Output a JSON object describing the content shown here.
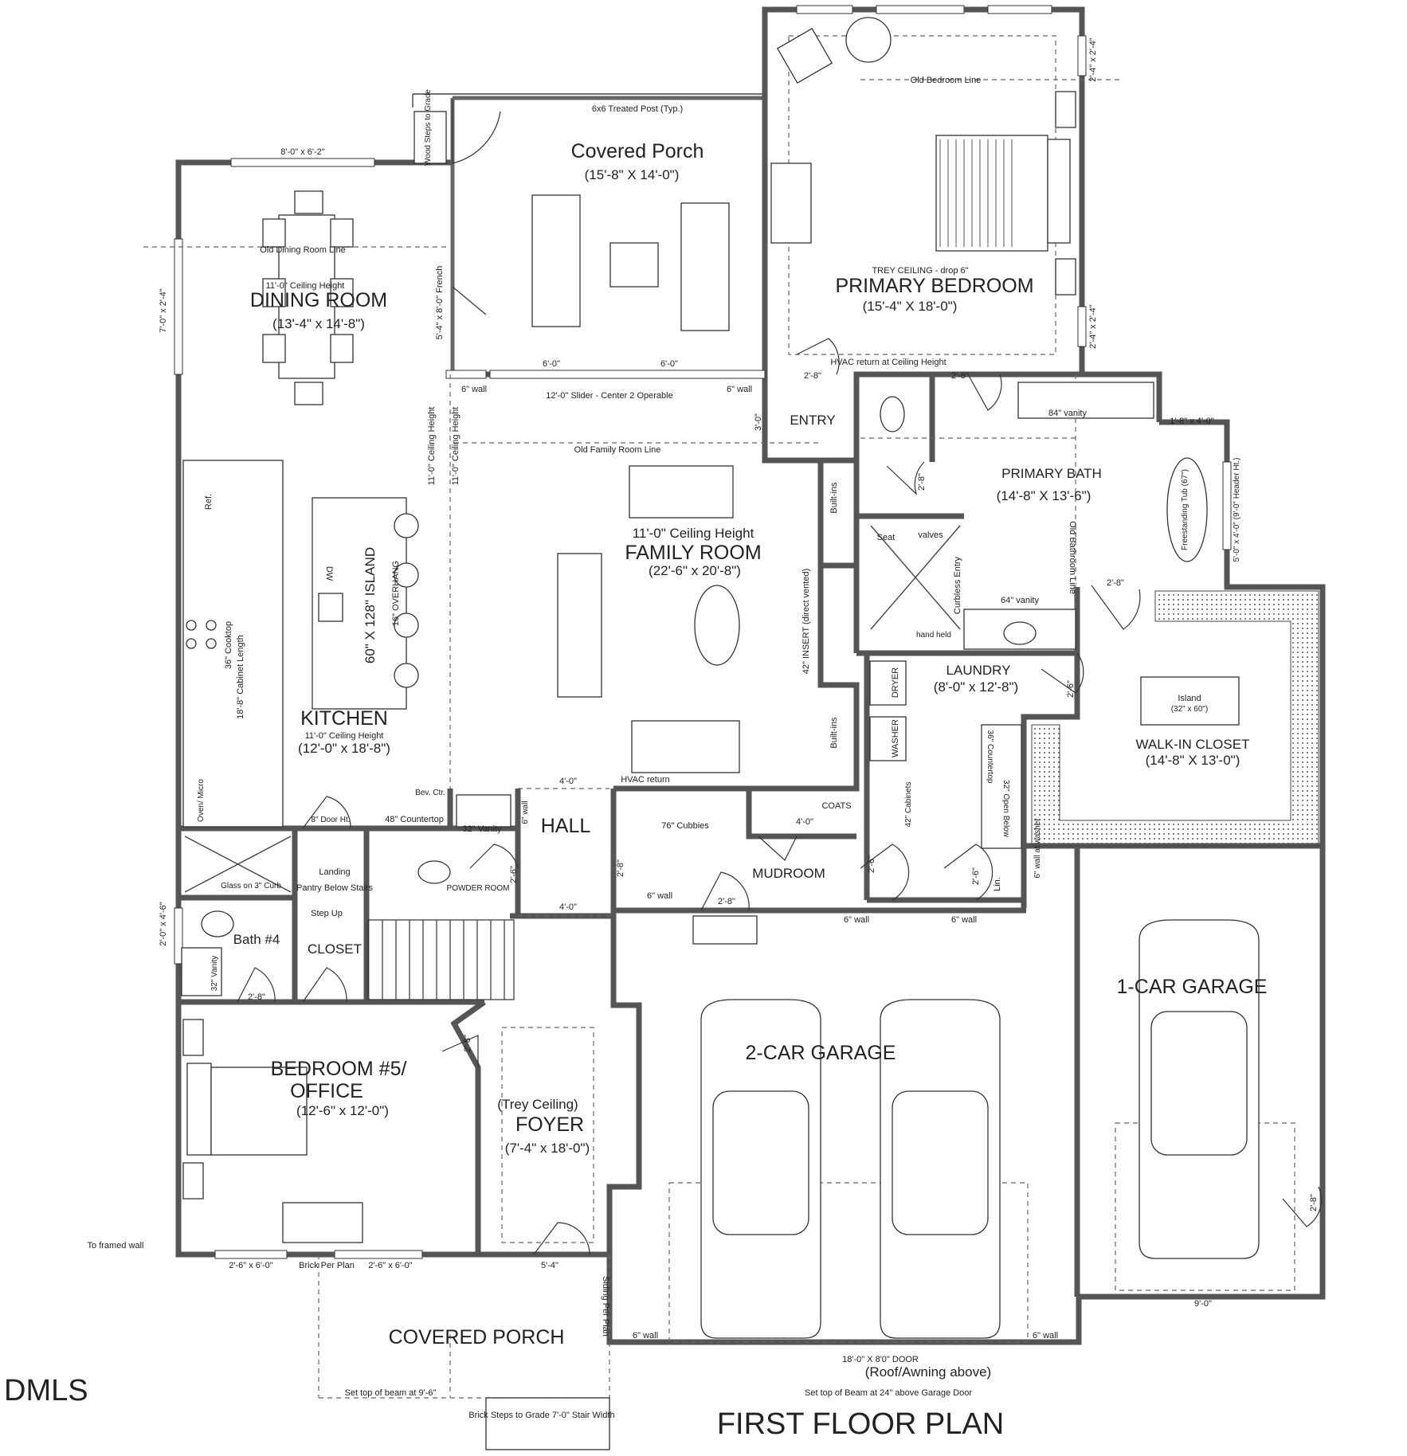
{
  "labels": {
    "covered_porch_top": "Covered Porch",
    "covered_porch_top_dim": "(15'-8\"  X  14'-0\")",
    "post_note": "6x6 Treated Post (Typ.)",
    "wood_steps": "Wood Steps to Grade",
    "primary_bedroom": "PRIMARY BEDROOM",
    "primary_bedroom_dim": "(15'-4\"  X  18'-0\")",
    "trey_ceiling_drop": "TREY CEILING - drop 6\"",
    "old_bedroom_line": "Old Bedroom Line",
    "dining_room": "DINING ROOM",
    "dining_room_dim": "(13'-4\" x 14'-8\")",
    "dining_ceiling": "11'-0\" Ceiling Height",
    "old_dining_line": "Old Dining Room Line",
    "slider_note": "12'-0\" Slider - Center 2 Operable",
    "entry": "ENTRY",
    "hvac_return_ceiling": "HVAC return at Ceiling Height",
    "old_family_line": "Old Family Room Line",
    "family_ceiling": "11'-0\" Ceiling Height",
    "family_room": "FAMILY ROOM",
    "family_room_dim": "(22'-6\" x 20'-8\")",
    "ceiling_11_a": "11'-0\" Ceiling Height",
    "ceiling_11_b": "11'-0\" Ceiling Height",
    "island_label": "60\" X 128\" ISLAND",
    "overhang": "16\" OVERHANG",
    "dw": "DW",
    "ref": "Ref.",
    "cooktop": "36\" Cooktop",
    "cabinet_length": "18'-8\" Cabinet Length",
    "oven_micro": "Oven/ Micro",
    "kitchen": "KITCHEN",
    "kitchen_ceiling": "11'-0\" Ceiling Height",
    "kitchen_dim": "(12'-0\" x 18'-8\")",
    "insert": "42\" INSERT (direct vented)",
    "built_ins_a": "Built-ins",
    "built_ins_b": "Built-ins",
    "hvac_return": "HVAC return",
    "primary_bath": "PRIMARY BATH",
    "primary_bath_dim": "(14'-8\"  X  13'-6\")",
    "vanity_84": "84\" vanity",
    "vanity_64": "64\" vanity",
    "tub": "Freestanding Tub (67\")",
    "old_bath_line": "Old Bathroom Line",
    "curbless": "Curbless Entry",
    "seat": "Seat",
    "valves": "valves",
    "hand_held": "hand held",
    "laundry": "LAUNDRY",
    "laundry_dim": "(8'-0\" x 12'-8\")",
    "dryer": "DRYER",
    "washer": "WASHER",
    "cabinets_42": "42\" Cabinets",
    "countertop_36": "36\" Countertop",
    "open_below": "32\" Open Below",
    "lin": "Lin.",
    "walk_in_closet": "WALK-IN CLOSET",
    "walk_in_closet_dim": "(14'-8\"  X  13'-0\")",
    "island_closet": "Island",
    "island_closet_dim": "(32\" x 60\")",
    "coats": "COATS",
    "mudroom": "MUDROOM",
    "cubbies": "76\" Cubbies",
    "hall": "HALL",
    "powder_room": "POWDER ROOM",
    "countertop_48": "48\" Countertop",
    "bev_ctr": "Bev. Ctr.",
    "vanity_32_pr": "32\" Vanity",
    "landing": "Landing",
    "pantry": "Pantry Below Stairs",
    "step_up": "Step Up",
    "closet": "CLOSET",
    "glass_curb": "Glass on 3\" Curb",
    "bath4": "Bath #4",
    "vanity_32_b4": "32\" Vanity",
    "bedroom5_a": "BEDROOM #5/",
    "bedroom5_b": "OFFICE",
    "bedroom5_dim": "(12'-6\" x 12'-0\")",
    "foyer_trey": "(Trey Ceiling)",
    "foyer": "FOYER",
    "foyer_dim": "(7'-4\" x 18'-0\")",
    "garage2": "2-CAR GARAGE",
    "garage1": "1-CAR GARAGE",
    "covered_porch_bottom": "COVERED PORCH",
    "siding": "Siding Per Plan",
    "brick_plan": "Brick Per Plan",
    "beam_96": "Set top of beam at 9'-6\"",
    "brick_steps": "Brick Steps to Grade 7'-0\" Stair Width",
    "door_18": "18'-0\"  X 8'0\" DOOR",
    "roof_awning": "(Roof/Awning above)",
    "beam_garage": "Set top of Beam at 24\" above Garage Door",
    "first_floor_plan": "FIRST FLOOR PLAN",
    "framed_wall": "To framed wall",
    "dmls": "DMLS",
    "french": "5'-4\" x 8'-0\" French",
    "window_dining_side": "7'-0\" x 2'-4\"",
    "window_dining_top": "8'-0\" x 6'-2\"",
    "window_bed_right_a": "2'-4\" x 2'-4\"",
    "window_bed_right_b": "2'-4\" x 2'-4\"",
    "window_bath": "1'-8\" x 4'-0\"",
    "window_tub": "5'-0\" x 4'-0\" (9'-0\" Header Ht.)",
    "window_bath4": "2'-0\" x 4'-6\"",
    "window_bed5_a": "2'-6\" x 6'-0\"",
    "window_bed5_b": "2'-6\" x 6'-0\"",
    "dim_6_0_a": "6'-0\"",
    "dim_6_0_b": "6'-0\"",
    "dim_6wall_a": "6\" wall",
    "dim_6wall_b": "6\" wall",
    "dim_6wall_c": "6\" wall",
    "dim_6wall_d": "6\" wall",
    "dim_6wall_e": "6\" wall",
    "dim_6wall_f": "6\" wall",
    "dim_6wall_g": "6\" wall",
    "dim_6wall_h": "6\" wall",
    "dim_6wall_i": "6\" wall",
    "dim_4_0_a": "4'-0\"",
    "dim_4_0_b": "4'-0\"",
    "dim_4_0_c": "4'-0\"",
    "dim_2_8_a": "2'-8\"",
    "dim_2_8_b": "2'-8\"",
    "dim_2_8_c": "2'-8\"",
    "dim_2_8_d": "2'-8\"",
    "dim_2_8_e": "2'-8\"",
    "dim_2_8_f": "2'-8\"",
    "dim_2_8_g": "2'-8\"",
    "dim_2_8_h": "2'-8\"",
    "dim_2_8_i": "2'-8\"",
    "dim_2_6_a": "2'-6\"",
    "dim_2_6_b": "2'-6\"",
    "dim_2_6_c": "2'-6\"",
    "dim_2_6_d": "2'-6\"",
    "dim_3_0": "3'-0\"",
    "dim_5_4": "5'-4\"",
    "dim_9_0": "9'-0\"",
    "dim_8door": "8\" Door Ht.",
    "wall_washer": "6\" wall at washer"
  }
}
